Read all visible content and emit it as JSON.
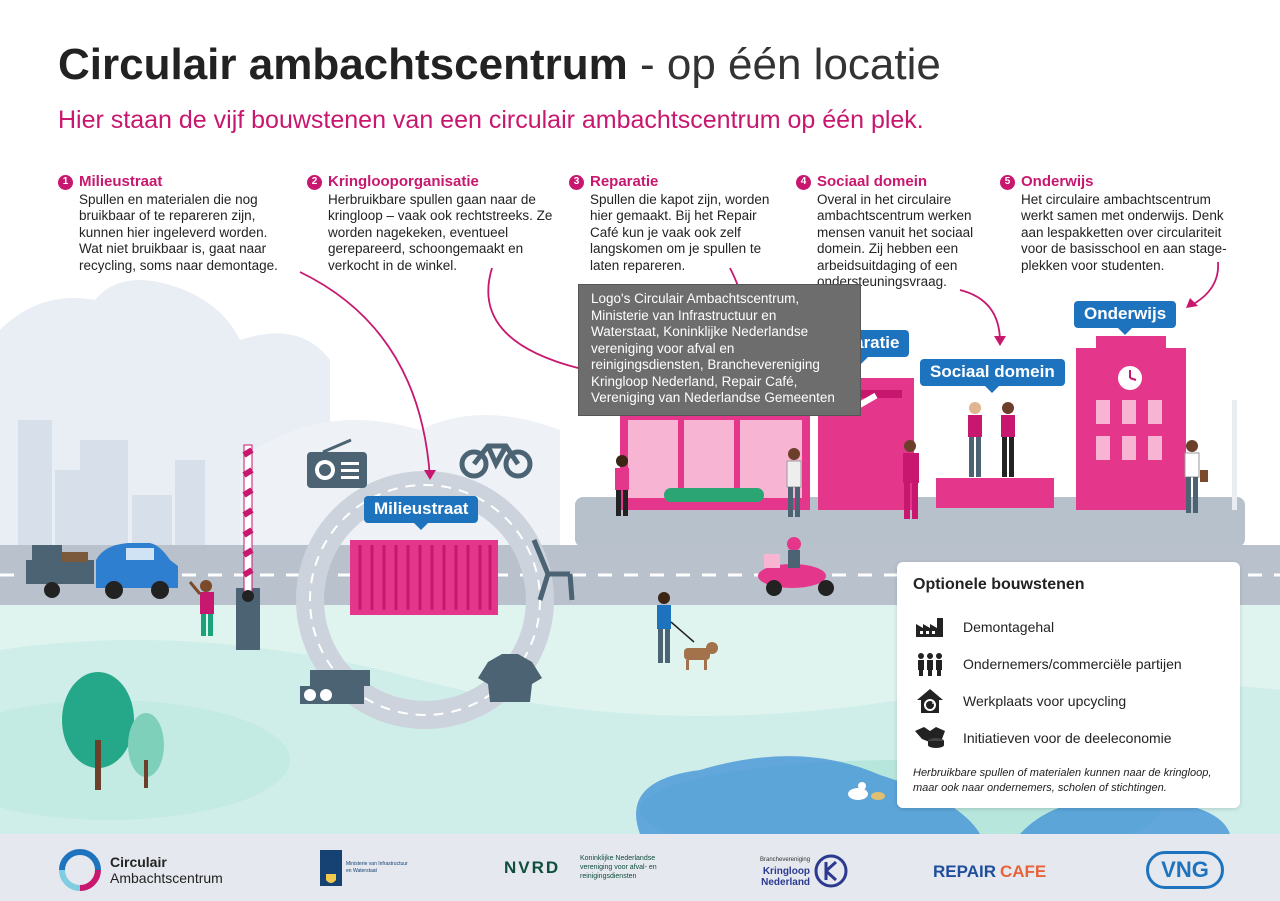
{
  "header": {
    "title_bold": "Circulair ambachtscentrum",
    "title_rest": "- op één locatie",
    "subtitle": "Hier staan de vijf bouwstenen van een circulair ambachtscentrum op één plek."
  },
  "blocks": [
    {
      "num": "1",
      "title": "Milieustraat",
      "text": "Spullen en materialen die nog bruikbaar of te repareren zijn, kunnen hier ingeleverd worden. Wat niet bruikbaar is, gaat naar recycling, soms naar demontage."
    },
    {
      "num": "2",
      "title": "Kringlooporganisatie",
      "text": "Herbruikbare spullen gaan naar de kringloop – vaak ook rechtstreeks. Ze worden nagekeken, eventueel gerepareerd, schoongemaakt en verkocht in de winkel."
    },
    {
      "num": "3",
      "title": "Reparatie",
      "text": "Spullen die kapot zijn, worden hier gemaakt. Bij het Repair Café kun je vaak ook zelf langskomen om je spullen te laten repareren."
    },
    {
      "num": "4",
      "title": "Sociaal domein",
      "text": "Overal in het circulaire ambachtscentrum werken mensen vanuit het sociaal domein. Zij hebben een arbeidsuitdaging of een ondersteuningsvraag."
    },
    {
      "num": "5",
      "title": "Onderwijs",
      "text": "Het circulaire ambachtscentrum werkt samen met onderwijs. Denk aan lespakketten over circulariteit voor de basisschool en aan stage-plekken voor studenten."
    }
  ],
  "callouts": {
    "milieustraat": "Milieustraat",
    "reparatie": "Reparatie",
    "sociaal": "Sociaal domein",
    "onderwijs": "Onderwijs"
  },
  "tooltip": "Logo's Circulair Ambachtscentrum, Ministerie van Infrastructuur en Waterstaat, Koninklijke Nederlandse vereniging voor afval en reinigingsdiensten, Branchevereniging Kringloop Nederland, Repair Café, Vereniging van Nederlandse Gemeenten",
  "optional": {
    "title": "Optionele bouwstenen",
    "items": [
      {
        "icon": "factory-icon",
        "label": "Demontagehal"
      },
      {
        "icon": "people-icon",
        "label": "Ondernemers/commerciële partijen"
      },
      {
        "icon": "recycle-house-icon",
        "label": "Werkplaats voor upcycling"
      },
      {
        "icon": "handshake-coins-icon",
        "label": "Initiatieven voor de deeleconomie"
      }
    ],
    "note": "Herbruikbare spullen of materialen kunnen naar de kringloop, maar ook naar ondernemers, scholen of stichtingen."
  },
  "footer": {
    "cac_line1": "Circulair",
    "cac_line2": "Ambachtscentrum",
    "ministry": "Ministerie van Infrastructuur en Waterstaat",
    "nvrd": "NVRD",
    "nvrd_text": "Koninklijke Nederlandse vereniging voor afval- en reinigingsdiensten",
    "kringloop_top": "Branchevereniging",
    "kringloop_1": "Kringloop",
    "kringloop_2": "Nederland",
    "repair_1": "REPAIR",
    "repair_2": "CAFE",
    "vng": "VNG"
  },
  "colors": {
    "accent": "#c8176f",
    "callout": "#1e73be",
    "building": "#e4378c",
    "road": "#b9c2cc",
    "grass": "#cfeee9"
  }
}
